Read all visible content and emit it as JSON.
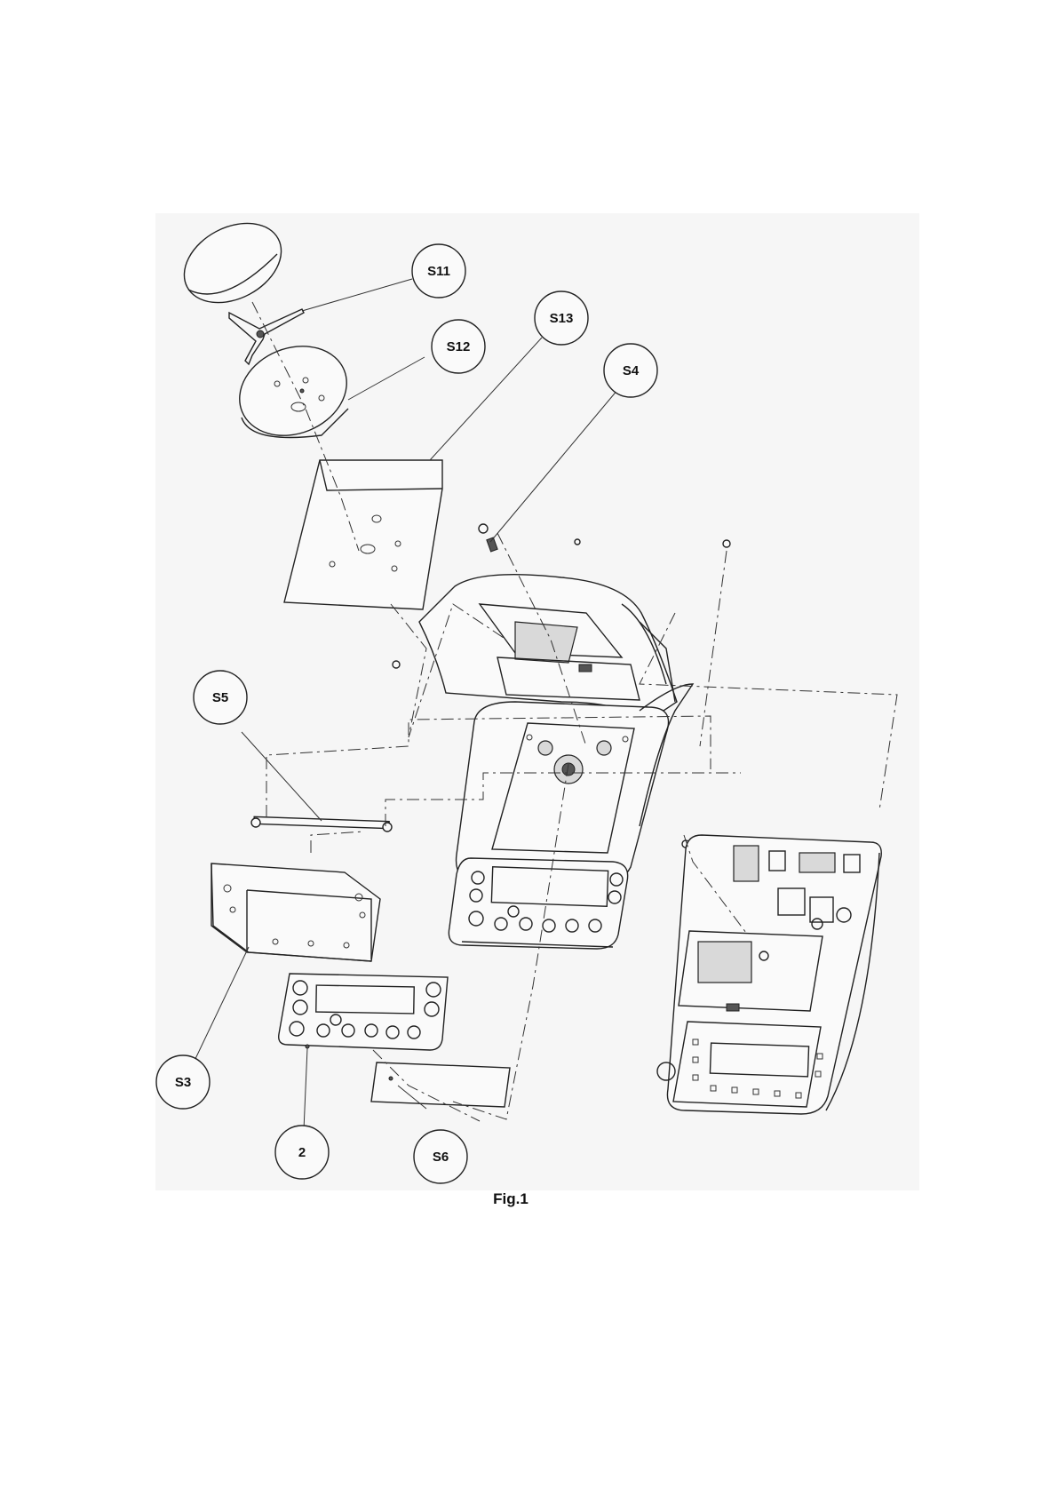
{
  "figure": {
    "caption": "Fig.1",
    "callouts": [
      {
        "id": "s11",
        "label": "S11"
      },
      {
        "id": "s12",
        "label": "S12"
      },
      {
        "id": "s13",
        "label": "S13"
      },
      {
        "id": "s4",
        "label": "S4"
      },
      {
        "id": "s5",
        "label": "S5"
      },
      {
        "id": "s3",
        "label": "S3"
      },
      {
        "id": "p2",
        "label": "2"
      },
      {
        "id": "s6",
        "label": "S6"
      }
    ]
  }
}
